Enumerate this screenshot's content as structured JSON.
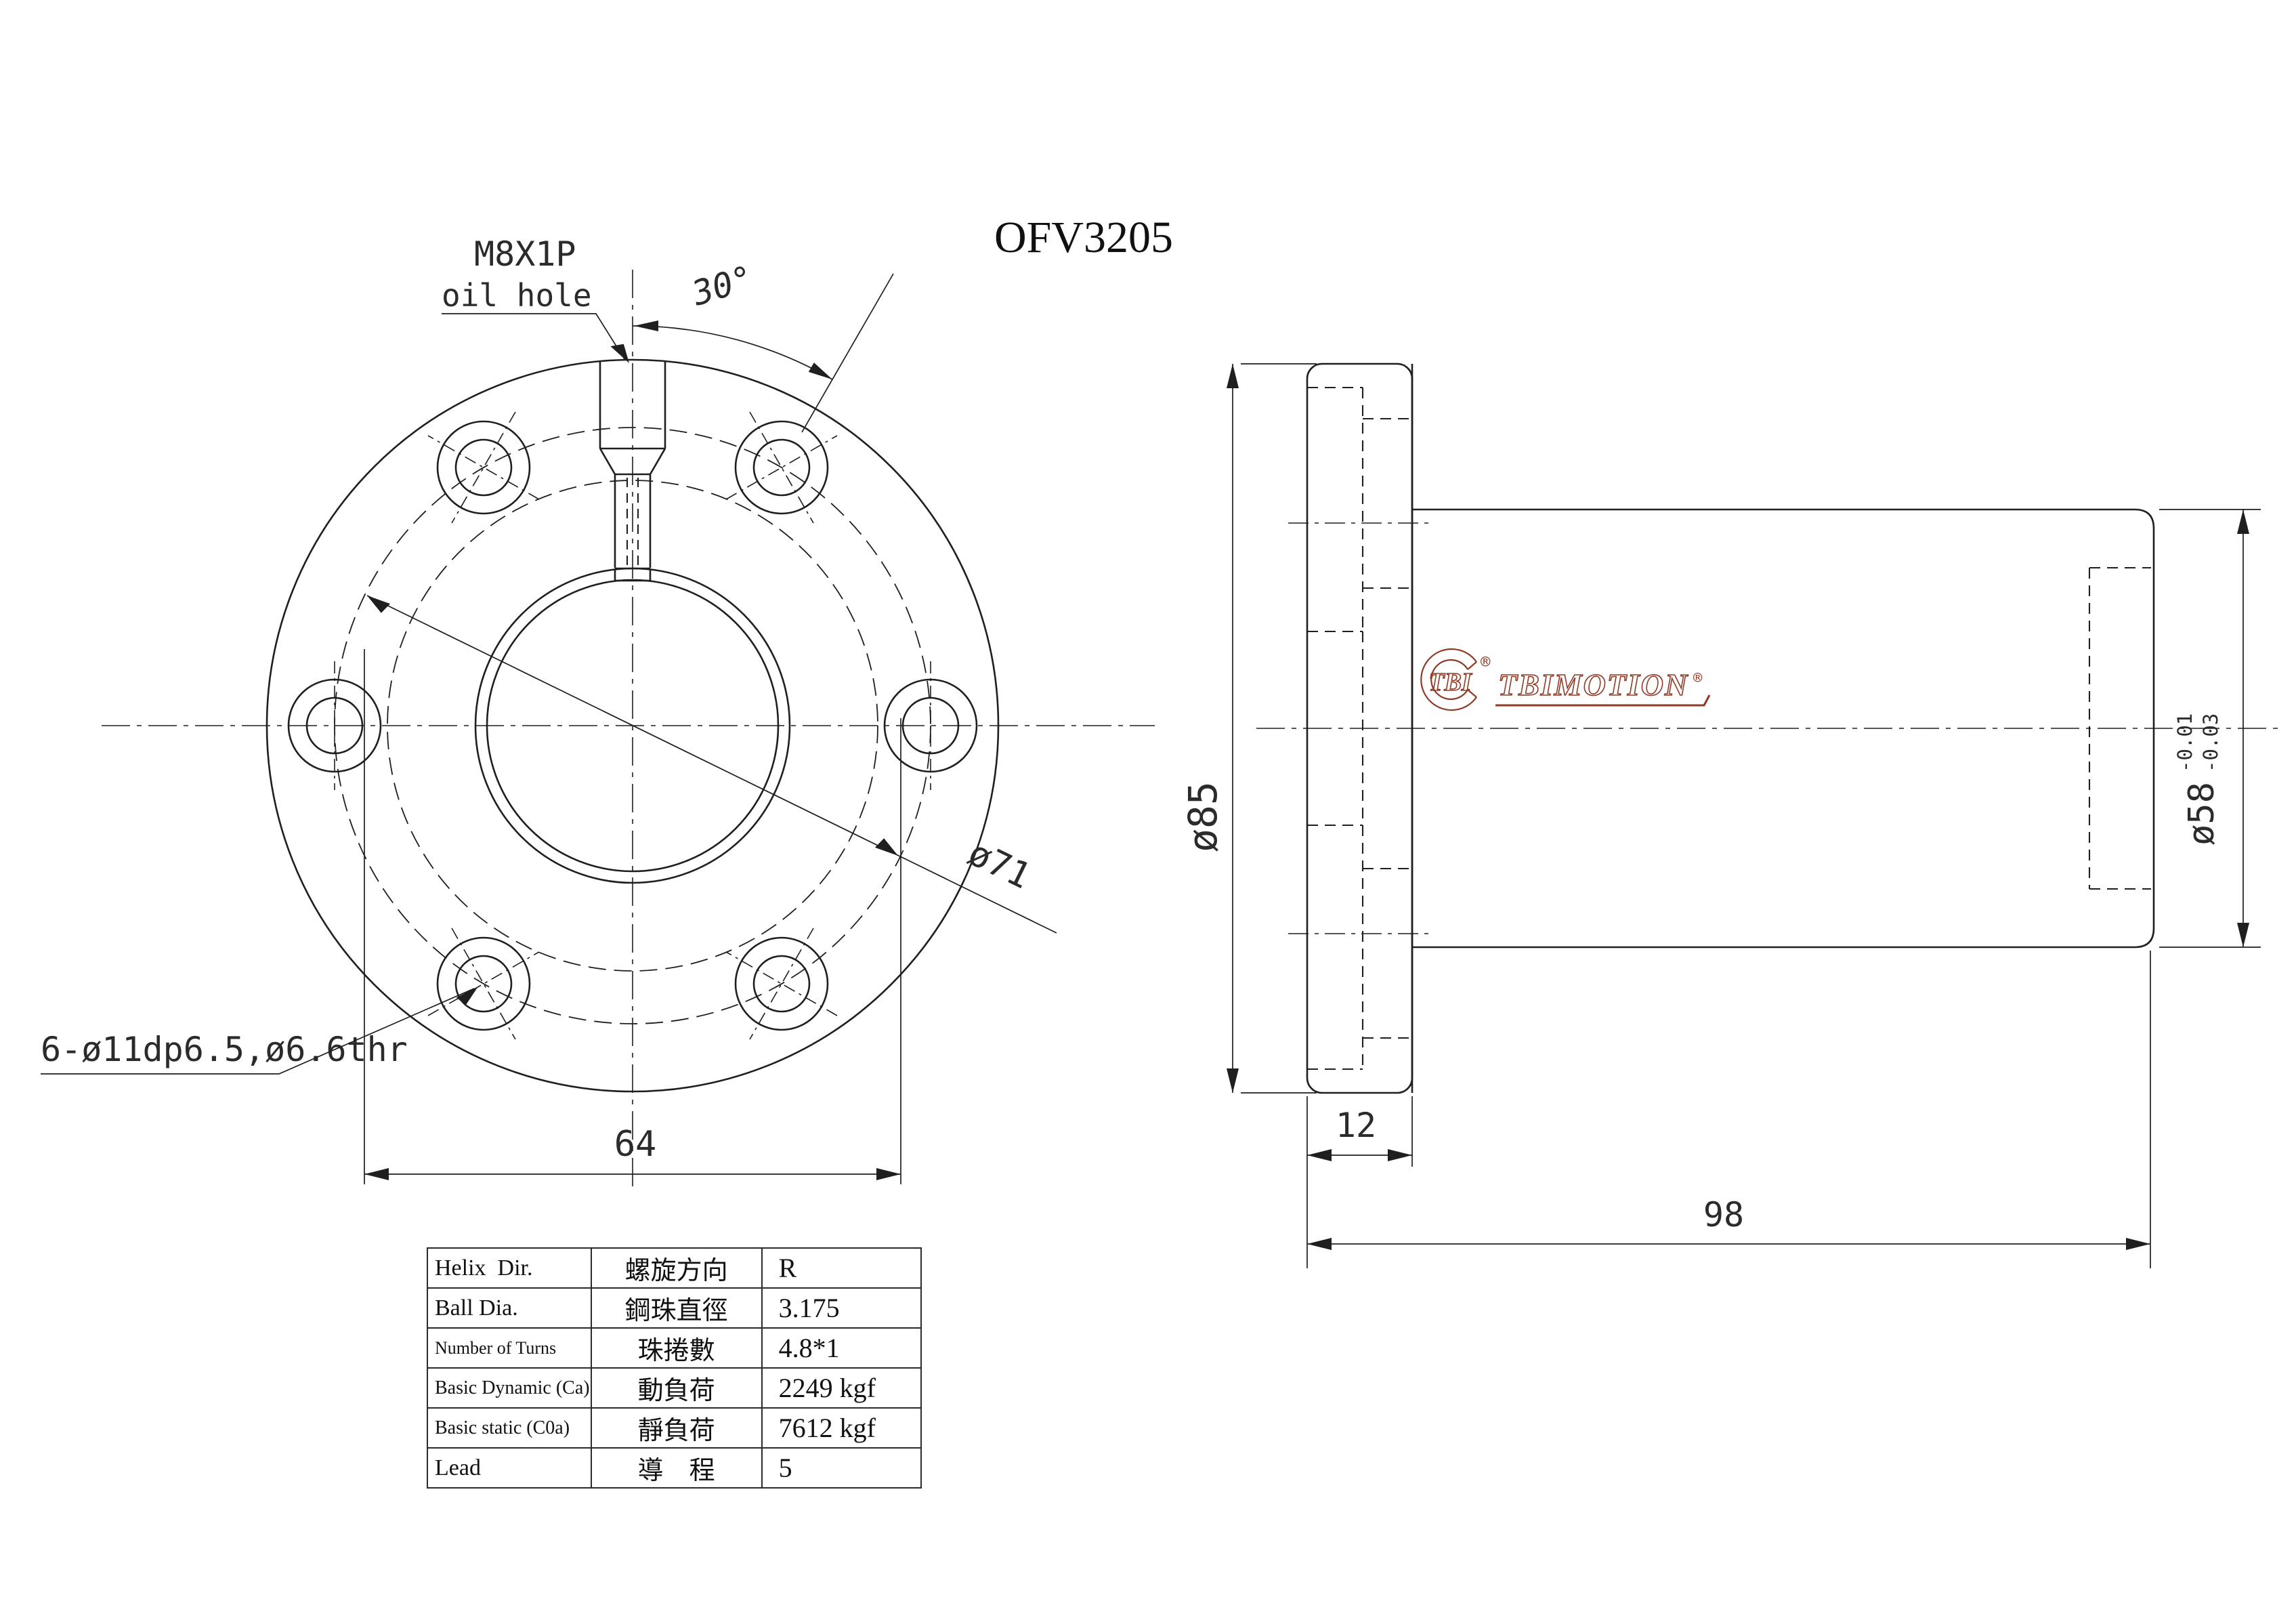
{
  "title": "OFV3205",
  "front_view": {
    "oil_hole_spec": "M8X1P",
    "oil_hole_label": "oil hole",
    "angle_dim": "30°",
    "bolt_circle_dim": "ø71",
    "bolt_hole_spec": "6-ø11dp6.5,ø6.6thr",
    "width_dim": "64"
  },
  "side_view": {
    "flange_dia_dim": "ø85",
    "body_dia_dim": "ø58",
    "body_dia_tol_upper": "-0.01",
    "body_dia_tol_lower": "-0.03",
    "flange_thickness_dim": "12",
    "total_length_dim": "98"
  },
  "logo": {
    "mark": "TBI",
    "brand": "TBIMOTION",
    "registered": "®"
  },
  "spec_table": {
    "rows": [
      {
        "en": "Helix  Dir.",
        "zh": "螺旋方向",
        "value": "R"
      },
      {
        "en": "Ball Dia.",
        "zh": "鋼珠直徑",
        "value": "3.175"
      },
      {
        "en": "Number of Turns",
        "zh": "珠捲數",
        "value": "4.8*1"
      },
      {
        "en": "Basic Dynamic (Ca)",
        "zh": "動負荷",
        "value": "2249 kgf"
      },
      {
        "en": "Basic static (C0a)",
        "zh": "靜負荷",
        "value": "7612 kgf"
      },
      {
        "en": "Lead",
        "zh": "導　程",
        "value": "5"
      }
    ]
  },
  "colors": {
    "line": "#1f1f1f",
    "text": "#2b2b2b",
    "brand": "#8f3b26",
    "background": "#ffffff"
  }
}
